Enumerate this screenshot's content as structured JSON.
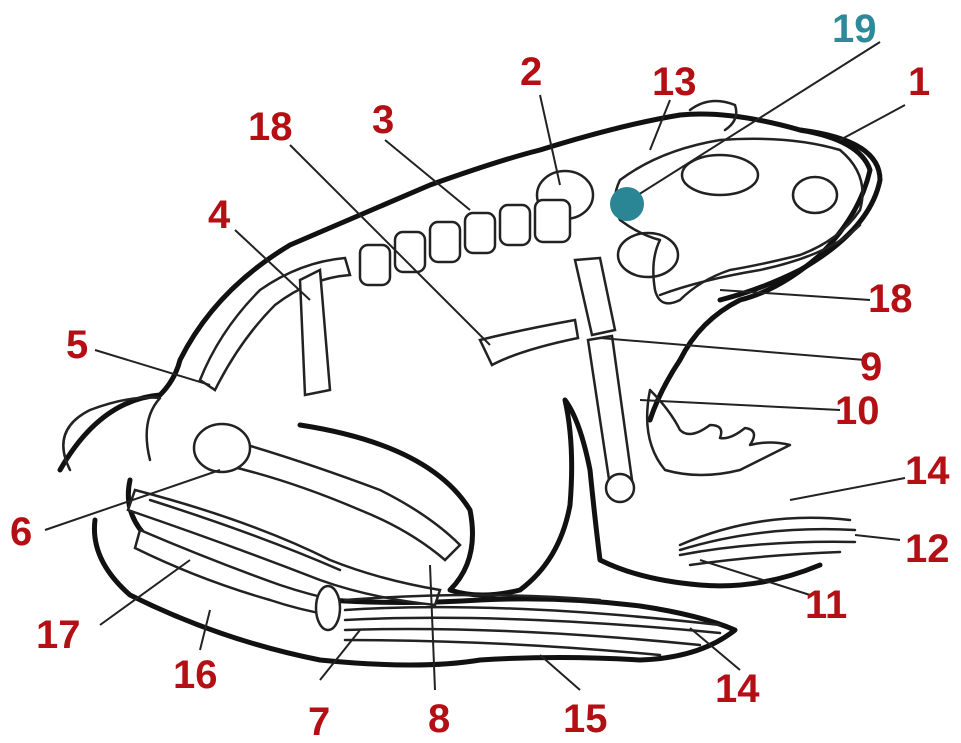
{
  "colors": {
    "label": "#b40f14",
    "accent": "#2e8a9a",
    "marker": "#2a8594"
  },
  "labels": [
    "1",
    "2",
    "3",
    "4",
    "5",
    "6",
    "7",
    "8",
    "9",
    "10",
    "11",
    "12",
    "13",
    "14",
    "15",
    "16",
    "17",
    "18",
    "19"
  ]
}
